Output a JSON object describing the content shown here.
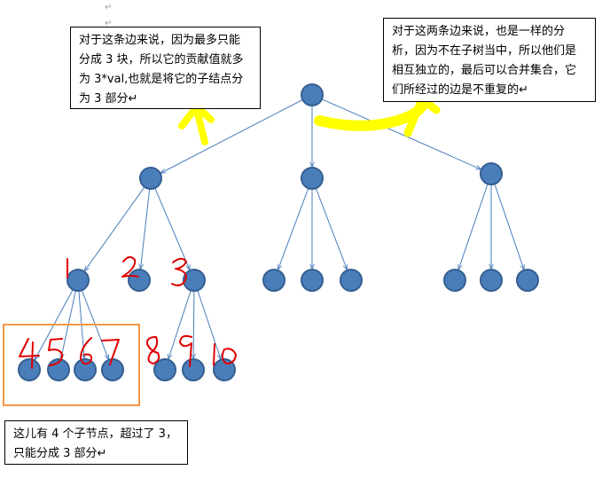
{
  "notes": {
    "top_left": "对于这条边来说，因为最多只能\n分成 3 块，所以它的贡献值就多\n为 3*val,也就是将它的子结点分\n为 3 部分↵",
    "top_right": "对于这两条边来说，也是一样的分\n析，因为不在子树当中，所以他们是\n相互独立的，最后可以合并集合，它\n们所经过的边是不重复的↵",
    "bottom_left": "这儿有 4 个子节点，超过了 3，\n只能分成 3 部分↵"
  },
  "marks": {
    "pilcrow_1": "↵",
    "pilcrow_2": "↵"
  },
  "handwritten_numbers": [
    "1",
    "2",
    "3",
    "4",
    "5",
    "6",
    "7",
    "8",
    "9",
    "10"
  ],
  "colors": {
    "node_fill": "#4a7ebb",
    "node_stroke": "#355f91",
    "edge": "#4a7ebb",
    "highlight": "#ffff00",
    "ink": "#e00000",
    "callout_box": "#f79646"
  }
}
